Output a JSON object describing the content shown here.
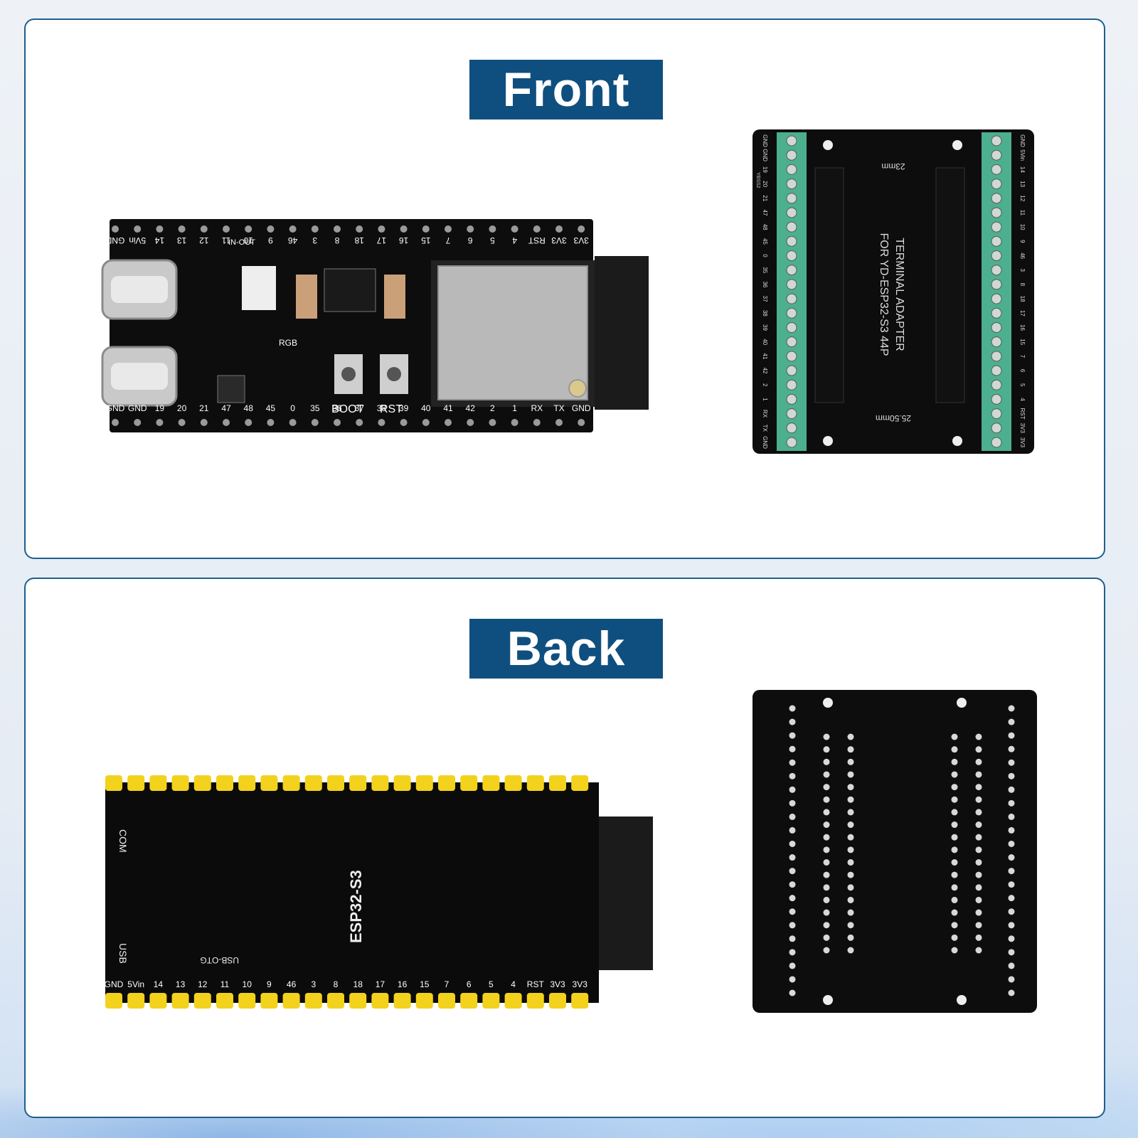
{
  "front": {
    "title": "Front",
    "board": {
      "top_pins": [
        "GND",
        "5Vin",
        "14",
        "13",
        "12",
        "11",
        "10",
        "9",
        "46",
        "3",
        "8",
        "18",
        "17",
        "16",
        "15",
        "7",
        "6",
        "5",
        "4",
        "RST",
        "3V3",
        "3V3"
      ],
      "bottom_pins": [
        "GND",
        "GND",
        "19",
        "20",
        "21",
        "47",
        "48",
        "45",
        "0",
        "35",
        "36",
        "37",
        "38",
        "39",
        "40",
        "41",
        "42",
        "2",
        "1",
        "RX",
        "TX",
        "GND"
      ],
      "labels": {
        "inout": "IN-OUT",
        "rgb": "RGB",
        "boot": "BOOT",
        "rst": "RST"
      }
    },
    "adapter": {
      "title_line1": "TERMINAL ADAPTER",
      "title_line2": "FOR YD-ESP32-S3 44P",
      "dim_top": "23mm",
      "dim_bottom": "25.50mm",
      "left_pins": [
        "GND",
        "GND",
        "19",
        "20",
        "21",
        "47",
        "48",
        "45",
        "0",
        "35",
        "36",
        "37",
        "38",
        "39",
        "40",
        "41",
        "42",
        "2",
        "1",
        "RX",
        "TX",
        "GND"
      ],
      "right_pins": [
        "GND",
        "5Vin",
        "14",
        "13",
        "12",
        "11",
        "10",
        "9",
        "46",
        "3",
        "8",
        "18",
        "17",
        "16",
        "15",
        "7",
        "6",
        "5",
        "4",
        "RST",
        "3V3",
        "3V3"
      ],
      "small_label": "YBSS2"
    }
  },
  "back": {
    "title": "Back",
    "board": {
      "chip_label": "ESP32-S3",
      "com_label": "COM",
      "usb_label": "USB",
      "otg_label": "USB-OTG",
      "bottom_pins": [
        "GND",
        "5Vin",
        "14",
        "13",
        "12",
        "11",
        "10",
        "9",
        "46",
        "3",
        "8",
        "18",
        "17",
        "16",
        "15",
        "7",
        "6",
        "5",
        "4",
        "RST",
        "3V3",
        "3V3"
      ]
    }
  },
  "colors": {
    "accent": "#0f4f7f",
    "frame": "#1e5f8f",
    "pcb": "#111111",
    "terminal": "#4caf8f",
    "pin_yellow": "#f2d21c"
  }
}
